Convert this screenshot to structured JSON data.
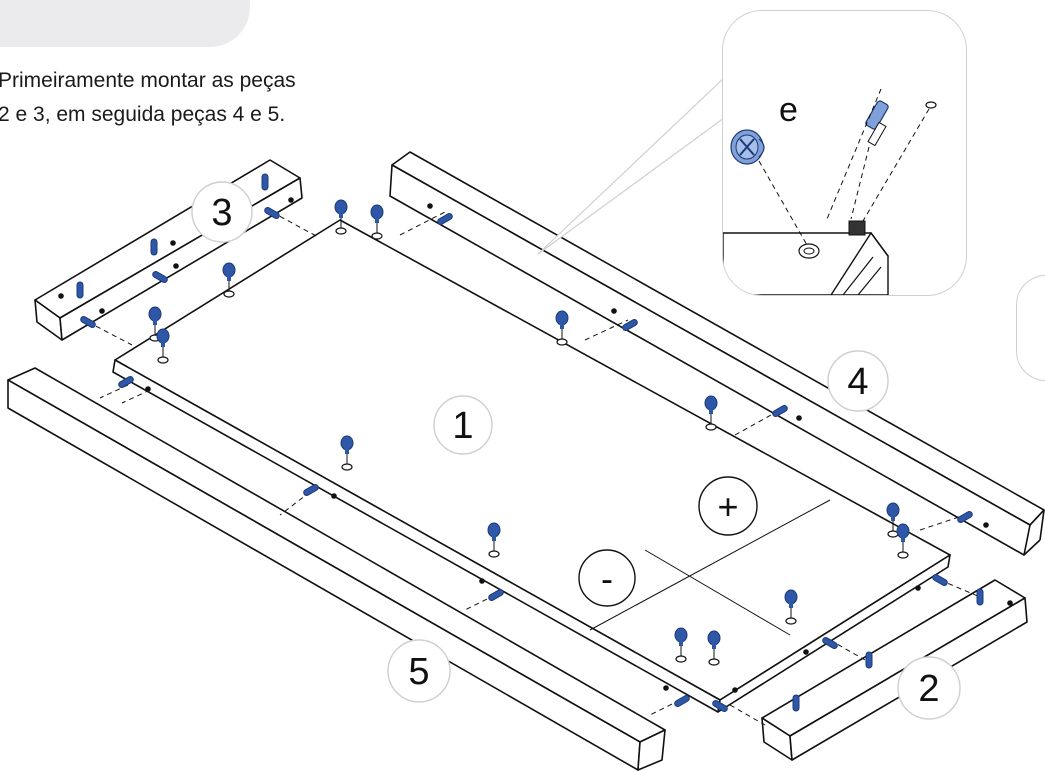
{
  "instructions": {
    "line1": "Primeiramente montar as peças",
    "line2": "2 e 3, em seguida peças 4 e 5."
  },
  "parts": [
    {
      "id": "part-1",
      "label": "1",
      "role": "panel"
    },
    {
      "id": "part-2",
      "label": "2",
      "role": "short-rail"
    },
    {
      "id": "part-3",
      "label": "3",
      "role": "short-rail"
    },
    {
      "id": "part-4",
      "label": "4",
      "role": "long-rail"
    },
    {
      "id": "part-5",
      "label": "5",
      "role": "long-rail"
    }
  ],
  "orientation_marks": {
    "plus": "+",
    "minus": "-"
  },
  "detail": {
    "label": "e",
    "content": "cam lock, dowel and bolt insertion detail"
  },
  "colors": {
    "hardware": "#2f57a8",
    "outline": "#111111",
    "bubble": "#ffffff",
    "tab": "#ebebed"
  },
  "icons": [
    "cam-lock-icon",
    "bolt-icon",
    "dowel-icon"
  ]
}
